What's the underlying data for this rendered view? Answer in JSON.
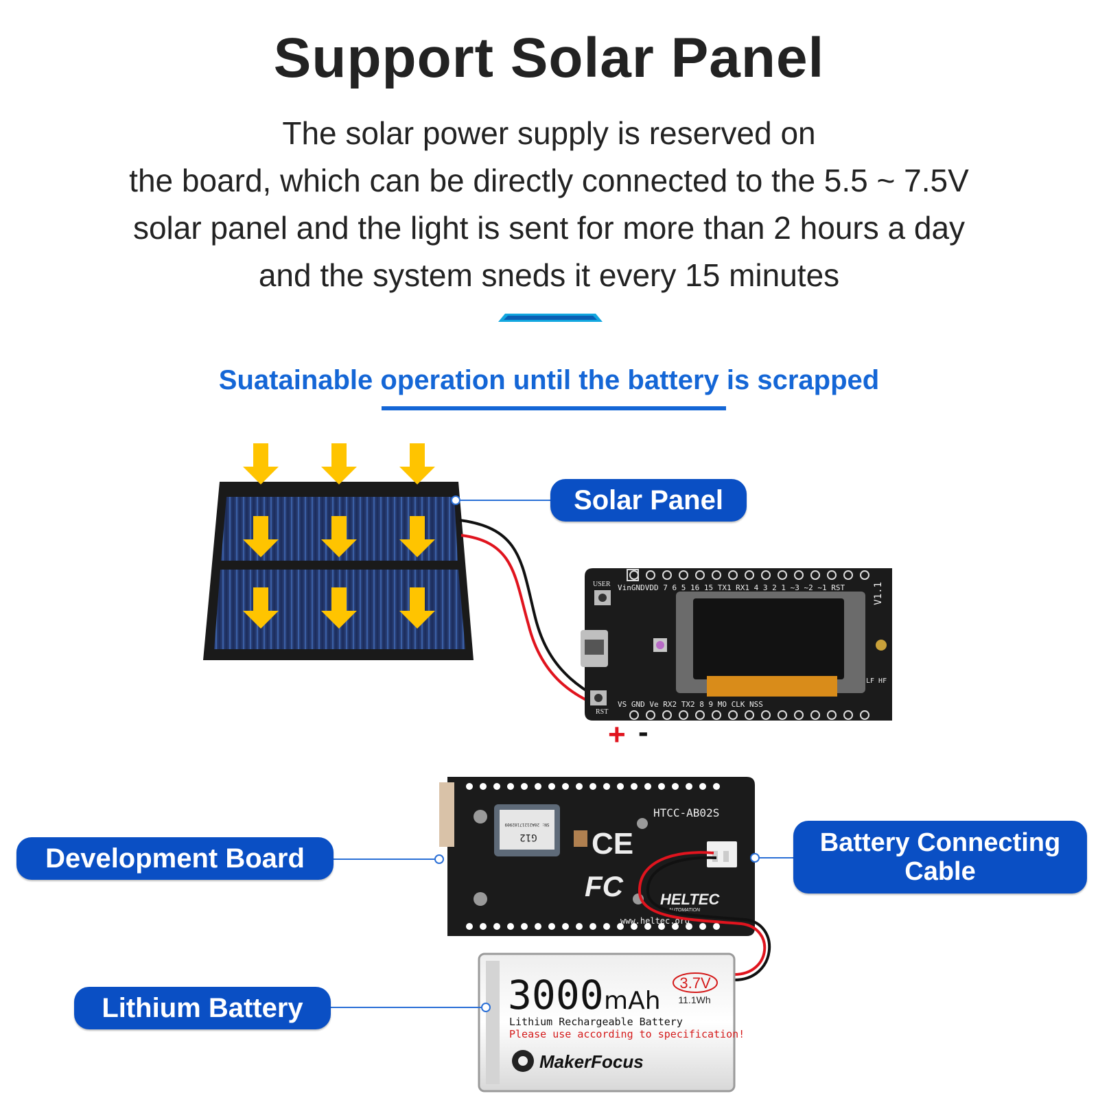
{
  "title": "Support Solar Panel",
  "description": [
    "The solar power supply is reserved on",
    "the board, which can be directly connected to the 5.5 ~ 7.5V",
    "solar panel and the light is sent for more than 2 hours a day",
    "and the system sneds it every 15 minutes"
  ],
  "subtitle": "Suatainable operation until the battery is scrapped",
  "callouts": {
    "solar_panel": "Solar Panel",
    "development_board": "Development Board",
    "battery_cable_line1": "Battery Connecting",
    "battery_cable_line2": "Cable",
    "lithium_battery": "Lithium Battery"
  },
  "polarity": {
    "plus": "+",
    "minus": "-"
  },
  "board_top": {
    "user_label": "USER",
    "rst_label": "RST",
    "version": "V1.1",
    "top_pins": "VinGNDVDD 7  6  5  16 15 TX1 RX1 4  3  2  1 ~3 ~2 ~1 RST",
    "bottom_pins": "VS GND Ve RX2 TX2 8  9          MO CLK NSS",
    "lf_hf": "LF HF"
  },
  "board_bottom": {
    "model": "HTCC-AB02S",
    "module_label": "G12",
    "module_sn": "SN: 20A21217102909",
    "brand": "HELTEC",
    "brand_sub": "AUTOMATION",
    "website": "www.heltec.org",
    "ce_mark": "CE",
    "fcc_mark": "FC"
  },
  "battery": {
    "capacity": "3000",
    "unit": "mAh",
    "voltage": "3.7V",
    "energy": "11.1Wh",
    "type": "Lithium Rechargeable Battery",
    "warning": "Please use according to specification!",
    "brand": "MakerFocus"
  },
  "colors": {
    "accent_blue": "#0a4fc4",
    "subtitle_blue": "#1466d6",
    "arrow_yellow": "#ffc400",
    "wire_red": "#e0141e",
    "warning_red": "#d41a1a"
  }
}
